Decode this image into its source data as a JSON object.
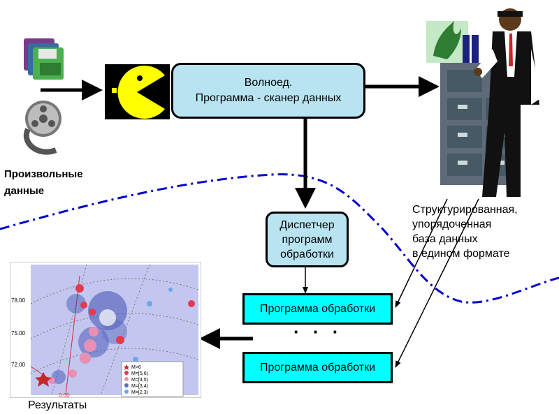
{
  "scanner": {
    "line1": "Волноед.",
    "line2": "Программа - сканер данных"
  },
  "dispatcher": {
    "line1": "Диспетчер",
    "line2": "программ",
    "line3": "обработки"
  },
  "processors": [
    {
      "label": "Программа обработки"
    },
    {
      "label": "Программа обработки"
    }
  ],
  "ellipsis": "· · ·",
  "input_caption": {
    "line1": "Произвольные",
    "line2": "данные"
  },
  "database_caption": {
    "line1": "Структурированная,",
    "line2": "упорядоченная",
    "line3": "база данных",
    "line4": "в едином формате"
  },
  "results_caption": "Результаты",
  "result_map": {
    "y_ticks": [
      "78.00",
      "75.00",
      "72.00"
    ],
    "x_tick": "0.00",
    "legend": [
      "M>6",
      "M=[5,6)",
      "M=[4,5)",
      "M=[3,4)",
      "M=[2,3)"
    ]
  },
  "colors": {
    "box_fill": "#b8e4f2",
    "proc_fill": "#00ffff",
    "boundary": "#0000cc",
    "pacman": "#ffff00"
  }
}
